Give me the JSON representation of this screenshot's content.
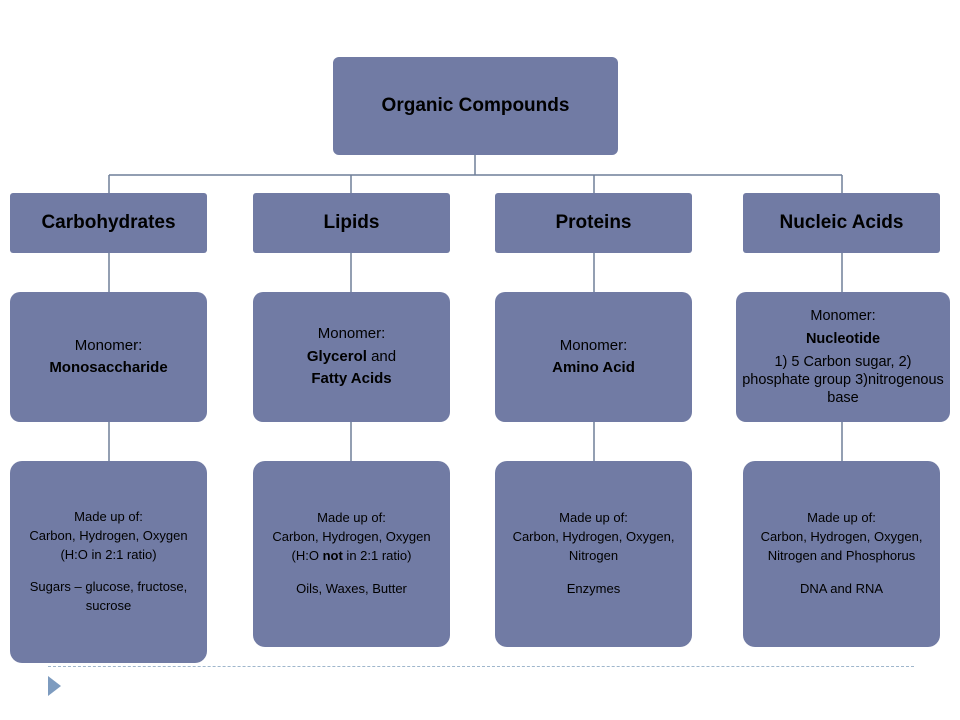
{
  "root": {
    "label": "Organic Compounds"
  },
  "categories": [
    {
      "title": "Carbohydrates",
      "monomer_label": "Monomer:",
      "monomer_lines": [
        {
          "text": "Monosaccharide",
          "bold": true
        }
      ],
      "made_label": "Made up of:",
      "made_lines": [
        {
          "text": "Carbon, Hydrogen, Oxygen"
        },
        {
          "text": "(H:O in 2:1 ratio)"
        }
      ],
      "examples": "Sugars – glucose, fructose, sucrose"
    },
    {
      "title": "Lipids",
      "monomer_label": "Monomer:",
      "monomer_lines": [
        {
          "text": "Glycerol",
          "bold": true,
          "suffix": " and"
        },
        {
          "text": "Fatty Acids",
          "bold": true
        }
      ],
      "made_label": "Made up of:",
      "made_lines": [
        {
          "text": "Carbon, Hydrogen, Oxygen"
        },
        {
          "text": "(H:O ",
          "bold_part": "not",
          "suffix": " in 2:1 ratio)"
        }
      ],
      "examples": "Oils, Waxes, Butter"
    },
    {
      "title": "Proteins",
      "monomer_label": "Monomer:",
      "monomer_lines": [
        {
          "text": "Amino Acid",
          "bold": true
        }
      ],
      "made_label": "Made up of:",
      "made_lines": [
        {
          "text": "Carbon, Hydrogen, Oxygen, Nitrogen"
        }
      ],
      "examples": "Enzymes"
    },
    {
      "title": "Nucleic Acids",
      "monomer_label": "Monomer:",
      "monomer_lines": [
        {
          "text": "Nucleotide",
          "bold": true
        },
        {
          "text": "1) 5 Carbon sugar,   2) phosphate group 3)nitrogenous base"
        }
      ],
      "made_label": "Made up of:",
      "made_lines": [
        {
          "text": "Carbon, Hydrogen, Oxygen, Nitrogen and Phosphorus"
        }
      ],
      "examples": "DNA and RNA"
    }
  ],
  "colors": {
    "box_fill": "#717ba4",
    "connector": "#6f7f99",
    "bullet": "#7d9bbf"
  }
}
